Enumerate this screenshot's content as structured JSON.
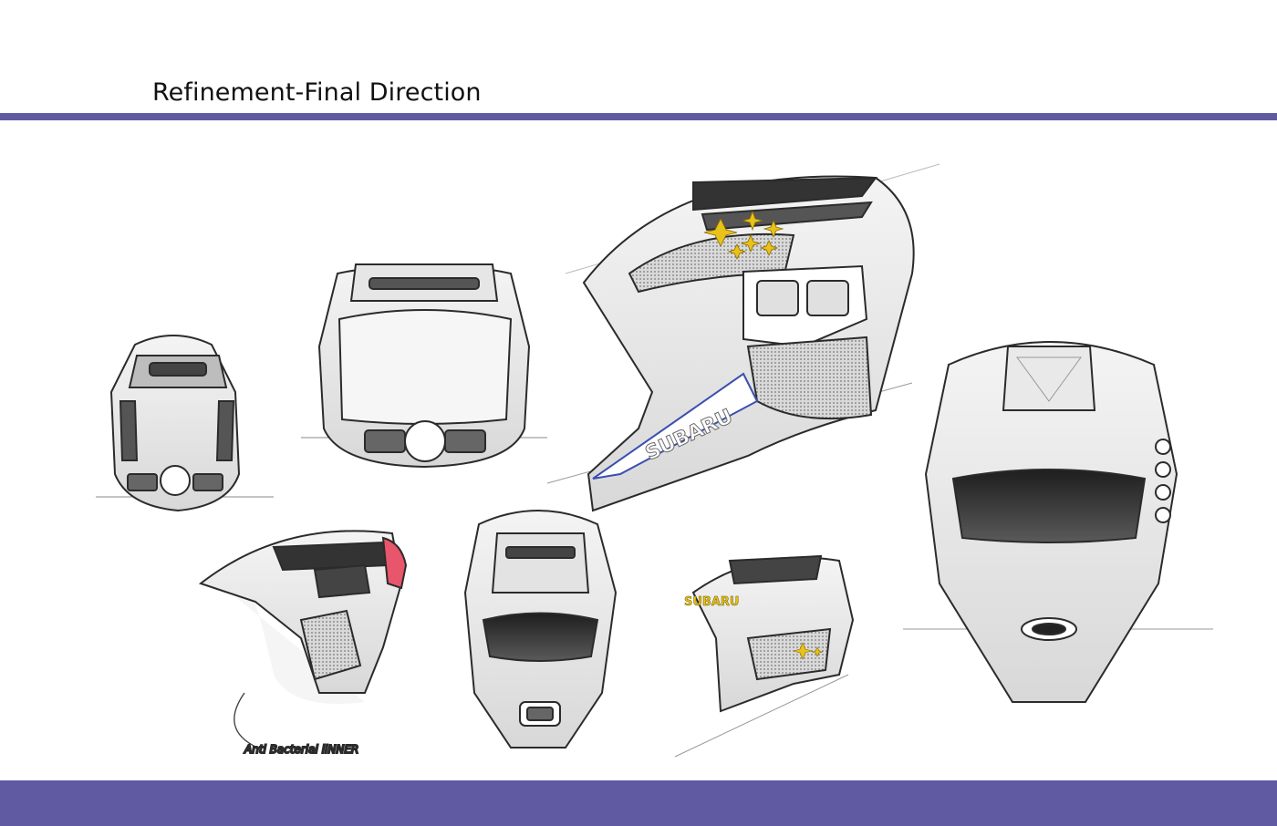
{
  "header": {
    "title": "Refinement-Final Direction"
  },
  "sketches": {
    "side_brand": "SUBARU",
    "small_brand": "SUBARU",
    "annotation": "Anti Bacterial liNNER"
  },
  "colors": {
    "band": "#5f5aa2",
    "ink": "#2b2b2b",
    "accent_gold": "#e8c21a",
    "accent_blue": "#3a4fb0",
    "accent_red": "#e8566b"
  }
}
